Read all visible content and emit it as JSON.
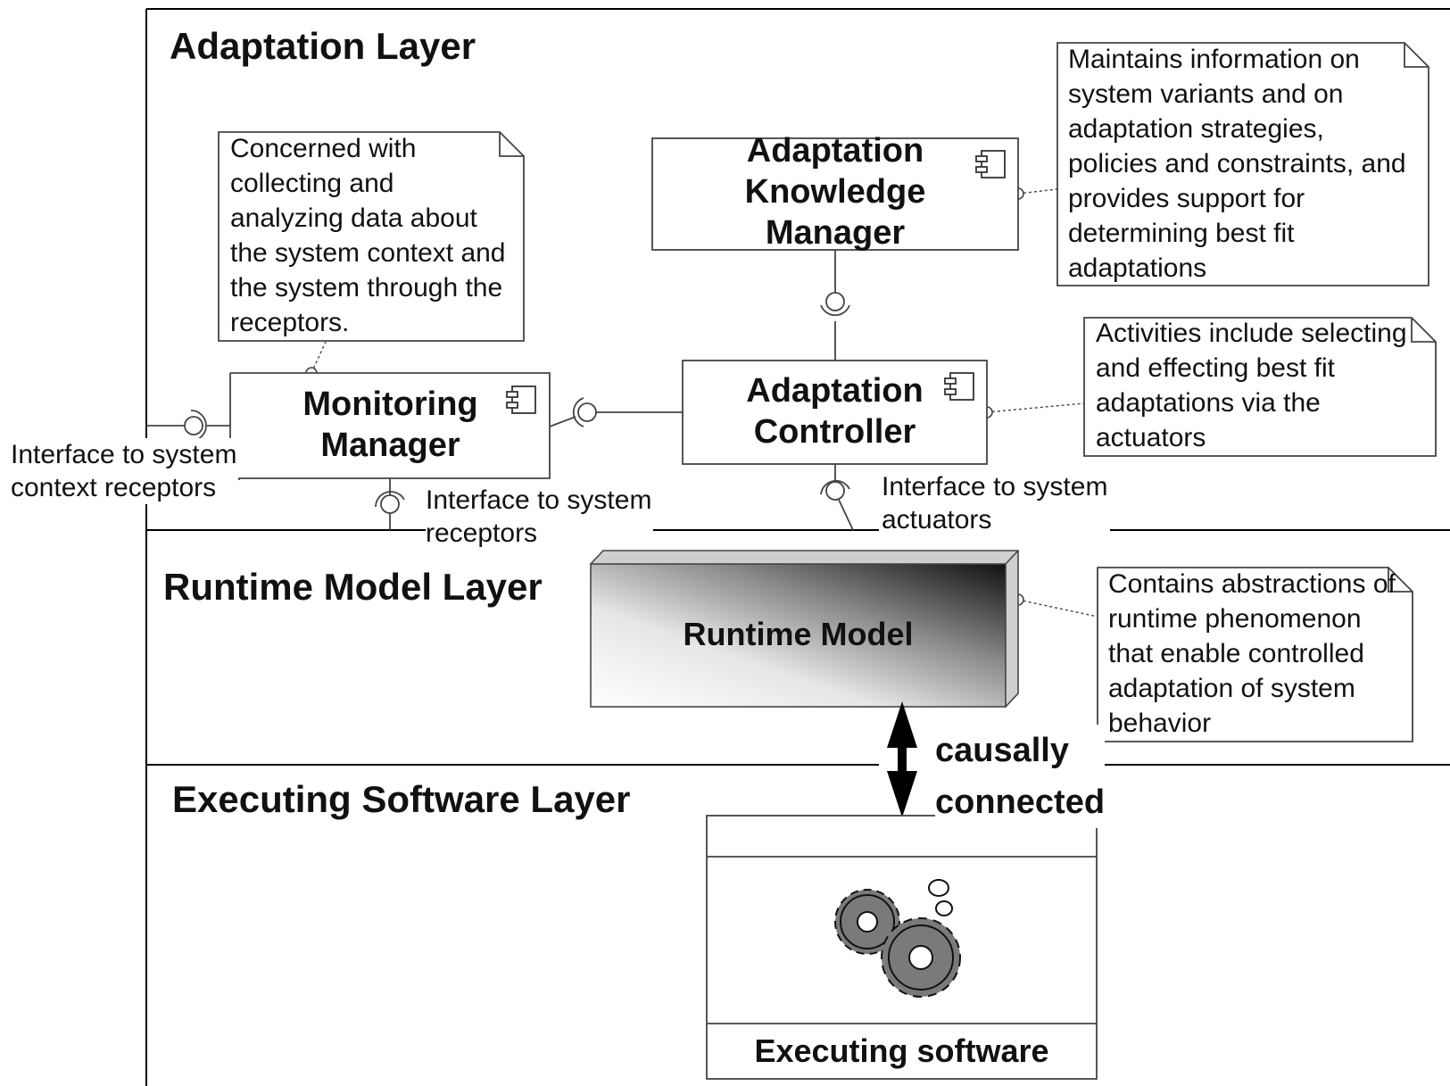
{
  "layers": {
    "adaptation": "Adaptation Layer",
    "runtime_model": "Runtime Model Layer",
    "executing_software": "Executing Software Layer"
  },
  "components": {
    "knowledge_manager": [
      "Adaptation",
      "Knowledge",
      "Manager"
    ],
    "controller": [
      "Adaptation",
      "Controller"
    ],
    "monitoring_manager": [
      "Monitoring",
      "Manager"
    ],
    "runtime_model": "Runtime Model",
    "executing_software": "Executing software"
  },
  "notes": {
    "monitoring": [
      "Concerned with",
      "collecting and",
      "analyzing data about",
      "the system context and",
      "the system through the",
      "receptors."
    ],
    "knowledge": [
      "Maintains information on",
      "system variants and on",
      "adaptation strategies,",
      "policies and constraints, and",
      "provides support for",
      "determining best fit",
      "adaptations"
    ],
    "controller": [
      "Activities include selecting",
      "and effecting best fit",
      "adaptations via the",
      "actuators"
    ],
    "runtime_model": [
      "Contains abstractions of",
      "runtime phenomenon",
      "that enable controlled",
      "adaptation of system",
      "behavior"
    ]
  },
  "interfaces": {
    "context_receptors": [
      "Interface to system",
      "context receptors"
    ],
    "receptors": [
      "Interface to system",
      "receptors"
    ],
    "actuators": [
      "Interface to system",
      "actuators"
    ]
  },
  "connection": [
    "causally",
    "connected"
  ],
  "icons": {
    "component": "uml-component-icon",
    "gears": "gears-icon"
  }
}
